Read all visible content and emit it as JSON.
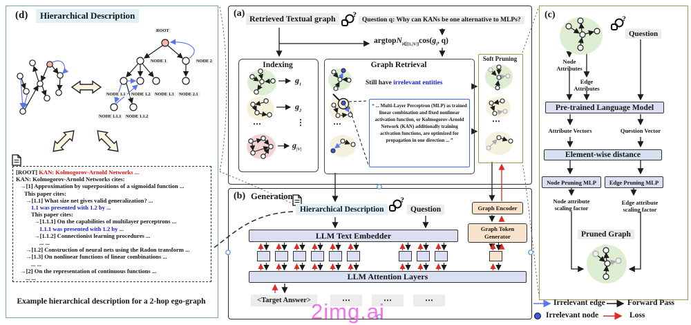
{
  "watermark": "2img.ai",
  "panel_d": {
    "label": "(d)",
    "title": "Hierarchical Description",
    "tree": {
      "nodes": [
        "ROOT",
        "NODE 1",
        "NODE 2",
        "NODE 1.1",
        "NODE 1.2",
        "NODE 1.3",
        "NODE 2.1",
        "NODE 1.1.1",
        "NODE 1.1.2"
      ]
    },
    "description": {
      "lines": [
        {
          "ind": 0,
          "parts": [
            {
              "t": "[ROOT] ",
              "c": "k"
            },
            {
              "t": "KAN: Kolmogorov-Arnold Networks ...",
              "c": "r"
            }
          ]
        },
        {
          "ind": 0,
          "parts": [
            {
              "t": "KAN: Kolmogorov-Arnold Networks cites:",
              "c": "k"
            }
          ]
        },
        {
          "ind": 6,
          "parts": [
            {
              "t": "→[1] Approximation by superpositions of a sigmoidal function ...",
              "c": "k"
            }
          ]
        },
        {
          "ind": 12,
          "parts": [
            {
              "t": "This paper cites:",
              "c": "k"
            }
          ]
        },
        {
          "ind": 14,
          "parts": [
            {
              "t": "→[1.1] What size net gives valid generalization? ...",
              "c": "k"
            }
          ]
        },
        {
          "ind": 22,
          "parts": [
            {
              "t": "1.1 was presented with 1.2 by ...",
              "c": "b"
            }
          ]
        },
        {
          "ind": 22,
          "parts": [
            {
              "t": "This paper cites:",
              "c": "k"
            }
          ]
        },
        {
          "ind": 26,
          "parts": [
            {
              "t": "→[1.1.1] On the capabilities of multilayer perceptrons ...",
              "c": "k"
            }
          ]
        },
        {
          "ind": 34,
          "parts": [
            {
              "t": "1.1.1 was presented with 1.2 by ...",
              "c": "b"
            }
          ]
        },
        {
          "ind": 26,
          "parts": [
            {
              "t": "→[1.1.2] Connectionist learning procedures ...",
              "c": "k"
            }
          ]
        },
        {
          "ind": 34,
          "parts": [
            {
              "t": "... ...",
              "c": "k"
            }
          ]
        },
        {
          "ind": 14,
          "parts": [
            {
              "t": "→[1.2] Construction of neural nets using the Radon transform ...",
              "c": "k"
            }
          ]
        },
        {
          "ind": 14,
          "parts": [
            {
              "t": "→[1.3] On nonlinear functions of linear combinations ...",
              "c": "k"
            }
          ]
        },
        {
          "ind": 22,
          "parts": [
            {
              "t": "... ...",
              "c": "k"
            }
          ]
        },
        {
          "ind": 6,
          "parts": [
            {
              "t": "→[2] On the representation of continuous functions ...",
              "c": "k"
            }
          ]
        },
        {
          "ind": 14,
          "parts": [
            {
              "t": "... ...",
              "c": "k"
            }
          ]
        }
      ]
    },
    "caption": "Example hierarchical description for a 2-hop ego-graph"
  },
  "panel_a": {
    "label": "(a)",
    "retrieved_label": "Retrieved Textual graph",
    "question": "Question q: Why can KANs be one alternative to MLPs?",
    "formula": {
      "pre": "argtop",
      "n": "N",
      "sub": "i∈[1,|V|]",
      "mid": "cos(",
      "g": "g",
      "gsub": "i",
      "post": ", q)"
    },
    "indexing": {
      "title": "Indexing",
      "outputs": [
        {
          "base": "g",
          "sub": "1"
        },
        {
          "base": "g",
          "sub": "2"
        },
        {
          "base": "g",
          "sub": "|V|"
        }
      ],
      "dots_h": "⋯",
      "dots_v": "⋮"
    },
    "retrieval": {
      "title": "Graph Retrieval",
      "note_prefix": "Still have ",
      "note_highlight": "irrelevant entities",
      "quote": "“ ... Multi-Layer Perceptron (MLP) as trained linear combination and fixed nonlinear activation function, or Kolmogorov-Arnold Network (KAN) additionally training activation functions, are optimized for propagation in one direction ... ”"
    },
    "soft_pruning": {
      "title": "Soft Pruning",
      "dots": "⋯"
    }
  },
  "panel_b": {
    "label": "(b)",
    "title": "Generation",
    "hier_label": "Hierarchical Description",
    "question_label": "Question",
    "graph_encoder": "Graph Encoder",
    "graph_token_generator": "Graph Token Generator",
    "text_embedder": "LLM Text Embedder",
    "attention_layers": "LLM Attention Layers",
    "target_answer": "<Target Answer>",
    "dots": "⋯"
  },
  "panel_c": {
    "label": "(c)",
    "question_label": "Question",
    "node_attributes": "Node Attributes",
    "edge_attributes": "Edge Attributes",
    "plm": "Pre-trained Language Model",
    "attribute_vectors": "Attribute Vectors",
    "question_vector": "Question Vector",
    "elementwise": "Element-wise distance",
    "node_pruning_mlp": "Node Pruning MLP",
    "edge_pruning_mlp": "Edge Pruning MLP",
    "node_scaling": "Node attribute scaling factor",
    "edge_scaling": "Edge attribute scaling factor",
    "pruned_graph": "Pruned Graph"
  },
  "legend": {
    "irrelevant_edge": "Irrelevant edge",
    "forward_pass": "Forward Pass",
    "irrelevant_node": "Irrelevant node",
    "loss": "Loss"
  },
  "colors": {
    "red_text": "#e01212",
    "blue_text": "#1a1adf",
    "panel_d_border": "#6fa8ad",
    "gold_border": "#ab9648",
    "lavender": "#dbdff2",
    "tan": "#f8e4cc",
    "cyan_highlight": "#e0f2f6",
    "gray_highlight": "#ececec",
    "green_blob": "#ddeed3",
    "beige_blob": "#f6f1dc",
    "pink_blob": "#f3d4d2",
    "blue_node": "#3b5bd6",
    "blue_edge": "#5b76e8",
    "red_arrow": "#e02b20",
    "watermark": "#f05ce3"
  }
}
